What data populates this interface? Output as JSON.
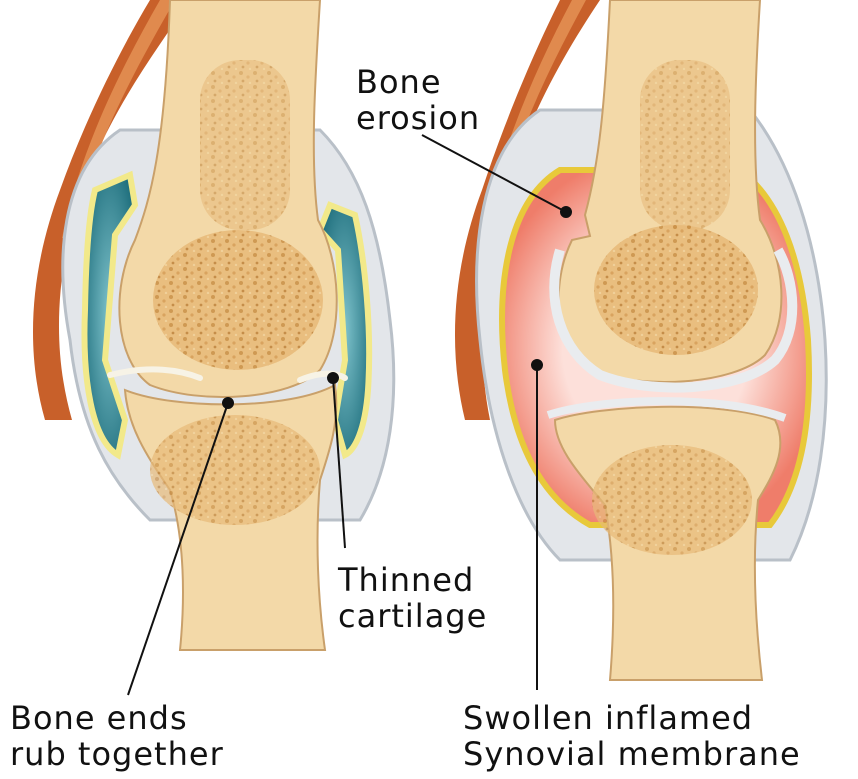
{
  "labels": {
    "bone_erosion": [
      "Bone",
      "erosion"
    ],
    "thinned_cartilage": [
      "Thinned",
      "cartilage"
    ],
    "bone_ends": [
      "Bone ends",
      "rub together"
    ],
    "swollen": [
      "Swollen inflamed",
      "Synovial membrane"
    ]
  },
  "colors": {
    "bone": "#f3d9a8",
    "bone_texture": "#d9a45a",
    "muscle": "#c8602a",
    "capsule": "#e3e6ea",
    "synovial_fluid": "#2f8c9a",
    "cartilage_rim": "#f2e98a",
    "inflamed_membrane": "#f08a78",
    "inflamed_rim": "#e8c93a",
    "leader_line": "#111111"
  }
}
